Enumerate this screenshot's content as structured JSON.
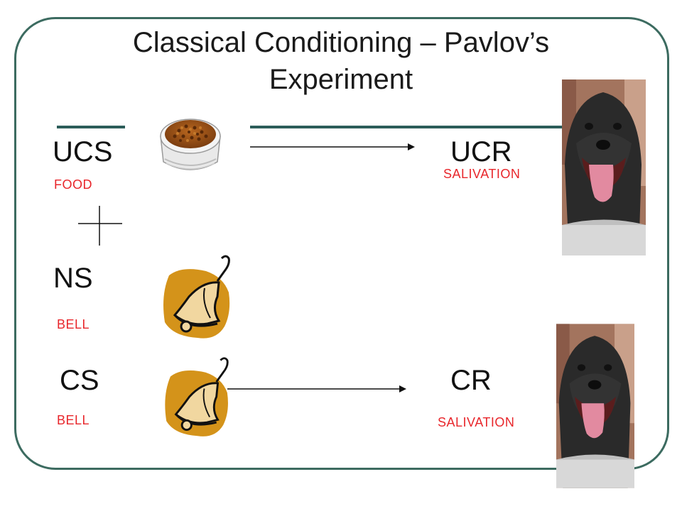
{
  "title": "Classical Conditioning – Pavlov’s Experiment",
  "rows": {
    "ucs": {
      "term": "UCS",
      "stimulus": "FOOD"
    },
    "ucr": {
      "term": "UCR",
      "response": "SALIVATION"
    },
    "ns": {
      "term": "NS",
      "stimulus": "BELL"
    },
    "cs": {
      "term": "CS",
      "stimulus": "BELL"
    },
    "cr": {
      "term": "CR",
      "response": "SALIVATION"
    }
  },
  "colors": {
    "frame": "#3c6b60",
    "label_red": "#e8262b",
    "bell_gold": "#d4931a"
  },
  "icons": [
    "food-bowl-image",
    "bell-icon",
    "dog-image",
    "arrow-icon",
    "plus-icon"
  ]
}
